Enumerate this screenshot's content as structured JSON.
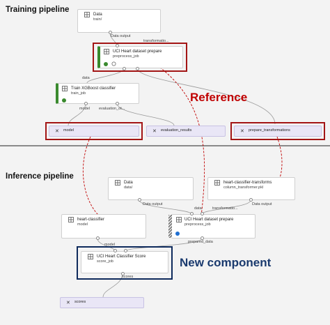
{
  "training": {
    "title": "Training pipeline",
    "data_node": {
      "title": "Data",
      "subtitle": "train/"
    },
    "data_output_label": "Data output",
    "transformation_label": "transformatio...",
    "prepare_node": {
      "title": "UCI Heart dataset prepare",
      "subtitle": "preprocess_job"
    },
    "data_label": "data",
    "train_node": {
      "title": "Train XGBoost classifier",
      "subtitle": "train_job"
    },
    "model_label": "model",
    "evaluation_label": "evaluation_ot...",
    "outputs": [
      "model",
      "evaluation_results",
      "prepare_transformations"
    ]
  },
  "inference": {
    "title": "Inference pipeline",
    "data_node": {
      "title": "Data",
      "subtitle": "data/"
    },
    "transforms_node": {
      "title": "heart-classifier-transforms",
      "subtitle": "column_transformer.pkl"
    },
    "data_output_label_1": "Data output",
    "data_label": "data",
    "transformation_label": "transformatio...",
    "data_output_label_2": "Data output",
    "classifier_node": {
      "title": "heart-classifier",
      "subtitle": "model"
    },
    "prepare_node": {
      "title": "UCI Heart dataset prepare",
      "subtitle": "preprocess_job"
    },
    "model_label": "model",
    "prepared_data_label": "prepared_data",
    "score_node": {
      "title": "UCI Heart Classifier Score",
      "subtitle": "score_job"
    },
    "scores_label": "scores",
    "scores_output": "scores"
  },
  "callouts": {
    "reference": "Reference",
    "new_component": "New component"
  },
  "colors": {
    "reference_red": "#c00000",
    "new_component_blue": "#1a3a6e",
    "output_fill": "#e9e6f6",
    "success_green": "#3a8a2e"
  }
}
